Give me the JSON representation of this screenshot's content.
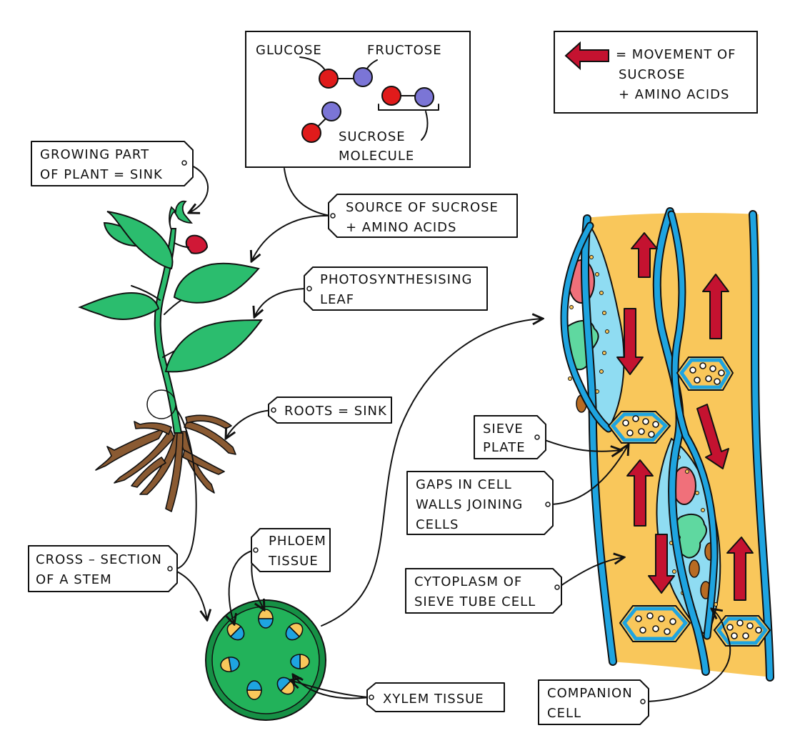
{
  "molecule_box": {
    "glucose": "GLUCOSE",
    "fructose": "FRUCTOSE",
    "sucrose_line1": "SUCROSE",
    "sucrose_line2": "MOLECULE"
  },
  "legend": {
    "line1": "= MOVEMENT OF",
    "line2": "SUCROSE",
    "line3": "+ AMINO ACIDS"
  },
  "labels": {
    "growing_part_1": "GROWING PART",
    "growing_part_2": "OF PLANT = SINK",
    "source_1": "SOURCE OF SUCROSE",
    "source_2": "+ AMINO ACIDS",
    "leaf_1": "PHOTOSYNTHESISING",
    "leaf_2": "LEAF",
    "roots": "ROOTS = SINK",
    "sieve_1": "SIEVE",
    "sieve_2": "PLATE",
    "gaps_1": "GAPS IN CELL",
    "gaps_2": "WALLS JOINING",
    "gaps_3": "CELLS",
    "cross_1": "CROSS – SECTION",
    "cross_2": "OF A STEM",
    "phloem_1": "PHLOEM",
    "phloem_2": "TISSUE",
    "cytoplasm_1": "CYTOPLASM OF",
    "cytoplasm_2": "SIEVE TUBE CELL",
    "xylem": "XYLEM TISSUE",
    "companion_1": "COMPANION",
    "companion_2": "CELL"
  },
  "colors": {
    "glucose": "#e01b1b",
    "fructose": "#7b75d6",
    "arrow": "#c41230",
    "leaf": "#2bbd6e",
    "root": "#8a5a32",
    "wall": "#1ea4e0",
    "cytoplasm": "#f9c75b",
    "companion": "#8fdcf2",
    "nucleus": "#f0707a",
    "organelle": "#5fd8a0",
    "stem_section": "#22b25a",
    "stem_outline": "#169045"
  }
}
